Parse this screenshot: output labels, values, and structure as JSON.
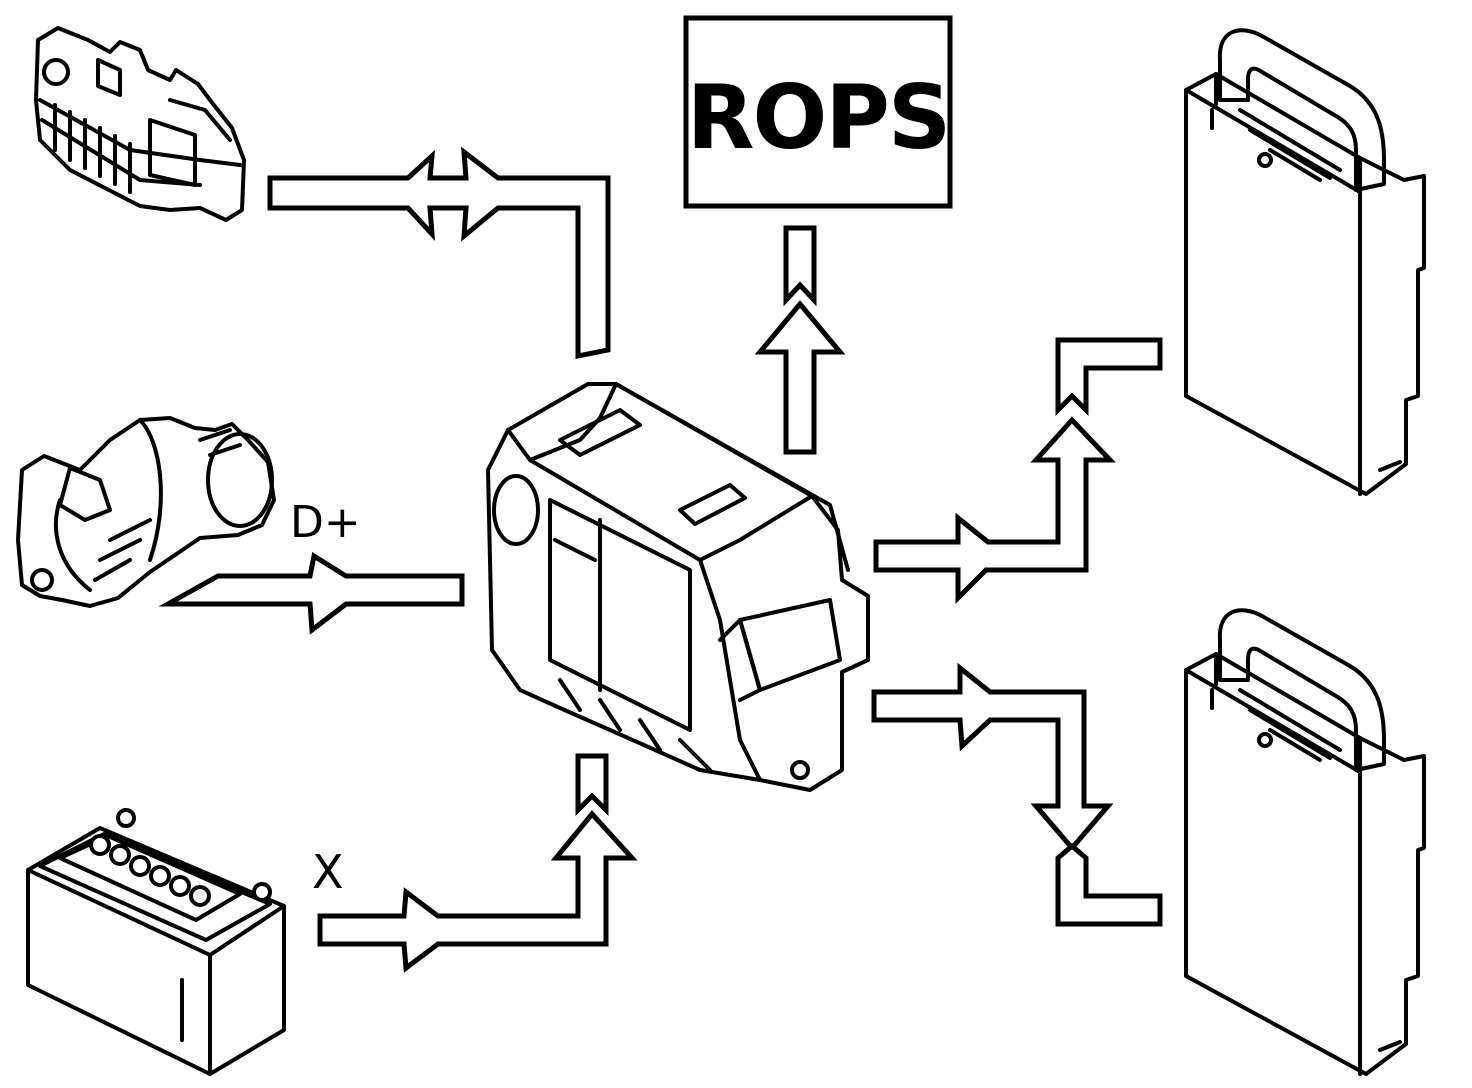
{
  "labels": {
    "rops": "ROPS",
    "d_plus": "D+",
    "x": "X"
  },
  "components": [
    "diagnostic-connector",
    "alternator",
    "battery",
    "central-control-module",
    "rops-unit",
    "control-unit-upper",
    "control-unit-lower"
  ]
}
